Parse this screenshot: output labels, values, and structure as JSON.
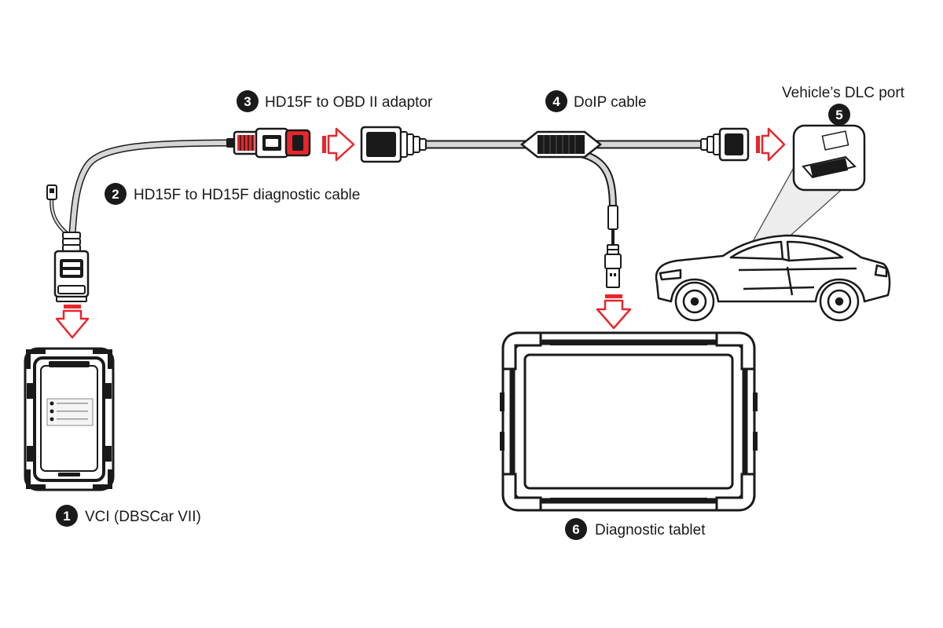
{
  "components": [
    {
      "number": "1",
      "label": "VCI (DBSCar VII)"
    },
    {
      "number": "2",
      "label": "HD15F to HD15F diagnostic cable"
    },
    {
      "number": "3",
      "label": "HD15F to OBD II adaptor"
    },
    {
      "number": "4",
      "label": "DoIP cable"
    },
    {
      "number": "5",
      "label": "Vehicle’s DLC port"
    },
    {
      "number": "6",
      "label": "Diagnostic tablet"
    }
  ],
  "colors": {
    "arrow_red": "#e8262b",
    "outline": "#1a1a1a",
    "cable_gray": "#bdbdbd",
    "badge_fill": "#1a1a1a"
  }
}
